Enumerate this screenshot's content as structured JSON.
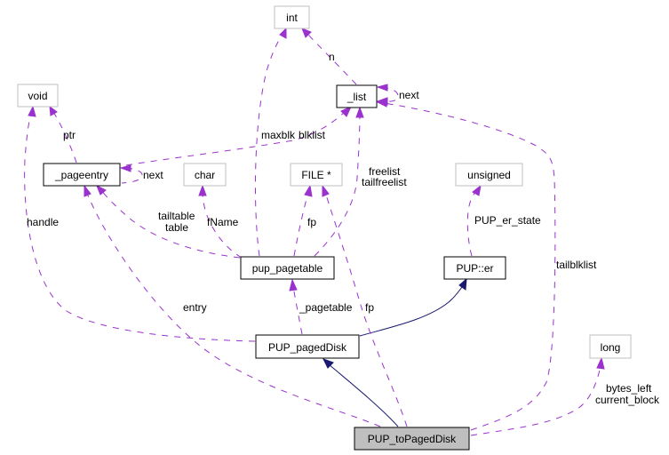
{
  "diagram": {
    "type": "collaboration-graph",
    "colors": {
      "member_edge": "#9a32cd",
      "inheritance_edge": "#191970",
      "focus_node_fill": "#bfbfbf",
      "type_node_border": "#bfbfbf",
      "class_node_border": "#000000"
    },
    "nodes": {
      "int": {
        "label": "int",
        "kind": "builtin"
      },
      "list": {
        "label": "_list",
        "kind": "class"
      },
      "void": {
        "label": "void",
        "kind": "builtin"
      },
      "pageentry": {
        "label": "_pageentry",
        "kind": "class"
      },
      "char": {
        "label": "char",
        "kind": "builtin"
      },
      "file": {
        "label": "FILE *",
        "kind": "builtin"
      },
      "unsigned": {
        "label": "unsigned",
        "kind": "builtin"
      },
      "pagetable": {
        "label": "pup_pagetable",
        "kind": "class"
      },
      "er": {
        "label": "PUP::er",
        "kind": "class"
      },
      "pageddisk": {
        "label": "PUP_pagedDisk",
        "kind": "class"
      },
      "long": {
        "label": "long",
        "kind": "builtin"
      },
      "topageddisk": {
        "label": "PUP_toPagedDisk",
        "kind": "focus"
      }
    },
    "edges": [
      {
        "from": "list",
        "to": "int",
        "labels": [
          "n"
        ],
        "kind": "member"
      },
      {
        "from": "list",
        "to": "list",
        "labels": [
          "next"
        ],
        "kind": "member"
      },
      {
        "from": "pageentry",
        "to": "void",
        "labels": [
          "ptr"
        ],
        "kind": "member"
      },
      {
        "from": "pageentry",
        "to": "pageentry",
        "labels": [
          "next"
        ],
        "kind": "member"
      },
      {
        "from": "pagetable",
        "to": "list",
        "labels": [
          "blklist"
        ],
        "kind": "member"
      },
      {
        "from": "pagetable",
        "to": "int",
        "labels": [
          "maxblk"
        ],
        "kind": "member"
      },
      {
        "from": "pagetable",
        "to": "list",
        "labels": [
          "freelist",
          "tailfreelist"
        ],
        "kind": "member"
      },
      {
        "from": "pagetable",
        "to": "pageentry",
        "labels": [
          "tailtable",
          "table"
        ],
        "kind": "member"
      },
      {
        "from": "pagetable",
        "to": "char",
        "labels": [
          "fName"
        ],
        "kind": "member"
      },
      {
        "from": "pagetable",
        "to": "file",
        "labels": [
          "fp"
        ],
        "kind": "member"
      },
      {
        "from": "er",
        "to": "unsigned",
        "labels": [
          "PUP_er_state"
        ],
        "kind": "member"
      },
      {
        "from": "pageddisk",
        "to": "void",
        "labels": [
          "handle"
        ],
        "kind": "member"
      },
      {
        "from": "pageddisk",
        "to": "pagetable",
        "labels": [
          "_pagetable"
        ],
        "kind": "member"
      },
      {
        "from": "pageddisk",
        "to": "er",
        "labels": [],
        "kind": "inheritance"
      },
      {
        "from": "topageddisk",
        "to": "pageddisk",
        "labels": [],
        "kind": "inheritance"
      },
      {
        "from": "topageddisk",
        "to": "pageentry",
        "labels": [
          "entry"
        ],
        "kind": "member"
      },
      {
        "from": "topageddisk",
        "to": "file",
        "labels": [
          "fp"
        ],
        "kind": "member"
      },
      {
        "from": "topageddisk",
        "to": "list",
        "labels": [
          "tailblklist"
        ],
        "kind": "member"
      },
      {
        "from": "topageddisk",
        "to": "long",
        "labels": [
          "bytes_left",
          "current_block"
        ],
        "kind": "member"
      }
    ]
  }
}
